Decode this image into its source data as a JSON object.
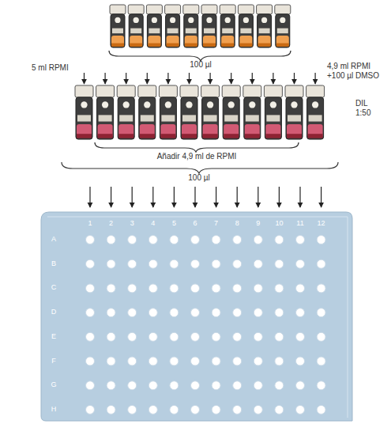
{
  "diagram": {
    "labels": [
      "100 µl",
      "5 ml RPMI",
      "4,9 ml RPMI +100 µl DMSO",
      "DIL 1:50",
      "Añadir 4,9 ml de RPMI",
      "100 µl",
      "1",
      "2",
      "3",
      "4",
      "5",
      "6",
      "7",
      "8",
      "9",
      "10",
      "11",
      "12",
      "A",
      "B",
      "C",
      "D",
      "E",
      "F",
      "G",
      "H"
    ]
  }
}
